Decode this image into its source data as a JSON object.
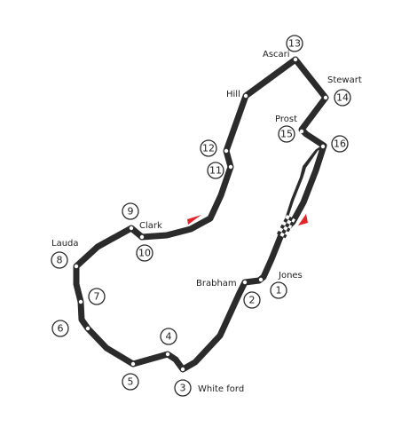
{
  "track": {
    "colors": {
      "track": "#2b2b2b",
      "marker": "#e0262b",
      "background": "#ffffff"
    },
    "icons": {
      "start_finish": "checkered-flag-icon",
      "direction": "red-triangle-flag-icon"
    }
  },
  "turns": [
    {
      "number": "1",
      "name": "Jones"
    },
    {
      "number": "2",
      "name": "Brabham"
    },
    {
      "number": "3",
      "name": "White ford"
    },
    {
      "number": "4",
      "name": ""
    },
    {
      "number": "5",
      "name": ""
    },
    {
      "number": "6",
      "name": ""
    },
    {
      "number": "7",
      "name": ""
    },
    {
      "number": "8",
      "name": "Lauda"
    },
    {
      "number": "9",
      "name": ""
    },
    {
      "number": "10",
      "name": "Clark"
    },
    {
      "number": "11",
      "name": ""
    },
    {
      "number": "12",
      "name": ""
    },
    {
      "number": "13",
      "name": "Ascari"
    },
    {
      "number": "14",
      "name": "Stewart"
    },
    {
      "number": "15",
      "name": "Prost"
    },
    {
      "number": "16",
      "name": ""
    }
  ]
}
